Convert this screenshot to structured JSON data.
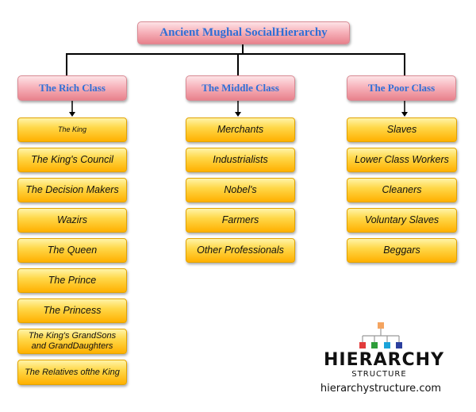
{
  "title": "Ancient Mughal SocialHierarchy",
  "classes": [
    {
      "name": "The Rich Class",
      "items": [
        "The King",
        "The King's Council",
        "The Decision Makers",
        "Wazirs",
        "The Queen",
        "The Prince",
        "The Princess",
        "The King's GrandSons and GrandDaughters",
        "The Relatives ofthe King"
      ]
    },
    {
      "name": "The Middle Class",
      "items": [
        "Merchants",
        "Industrialists",
        "Nobel's",
        "Farmers",
        "Other Professionals"
      ]
    },
    {
      "name": "The Poor Class",
      "items": [
        "Slaves",
        "Lower Class Workers",
        "Cleaners",
        "Voluntary Slaves",
        "Beggars"
      ]
    }
  ],
  "logo": {
    "word": "HIERARCHY",
    "sub": "STRUCTURE",
    "site": "hierarchystructure.com",
    "colors": [
      "#f4a460",
      "#e23b3b",
      "#2e9d3a",
      "#1aa3d9",
      "#2b3f9e"
    ]
  }
}
